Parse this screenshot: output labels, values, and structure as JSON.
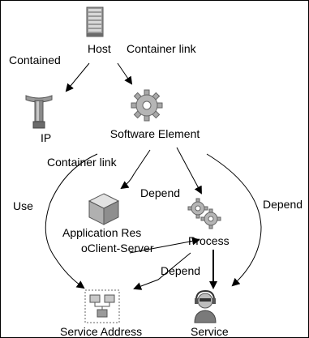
{
  "nodes": {
    "host": {
      "label": "Host",
      "icon": "server-icon"
    },
    "ip": {
      "label": "IP",
      "icon": "pipe-valve-icon"
    },
    "software_element": {
      "label": "Software Element",
      "icon": "gear-icon"
    },
    "application_resource": {
      "label": "Application Res",
      "icon": "cube-icon"
    },
    "process": {
      "label": "Process",
      "icon": "gears-icon"
    },
    "service_address": {
      "label": "Service Address",
      "icon": "network-address-icon"
    },
    "service": {
      "label": "Service",
      "icon": "service-person-icon"
    }
  },
  "edges": {
    "contained": "Contained",
    "container_link_top": "Container link",
    "container_link_mid": "Container link",
    "use": "Use",
    "depend_process": "Depend",
    "depend_right": "Depend",
    "client_server": "oClient-Server",
    "depend_bottom": "Depend"
  },
  "colors": {
    "edge": "#000000",
    "icon_gray_dark": "#6b6b6b",
    "icon_gray": "#9a9a9a",
    "icon_gray_light": "#cfcfcf"
  }
}
